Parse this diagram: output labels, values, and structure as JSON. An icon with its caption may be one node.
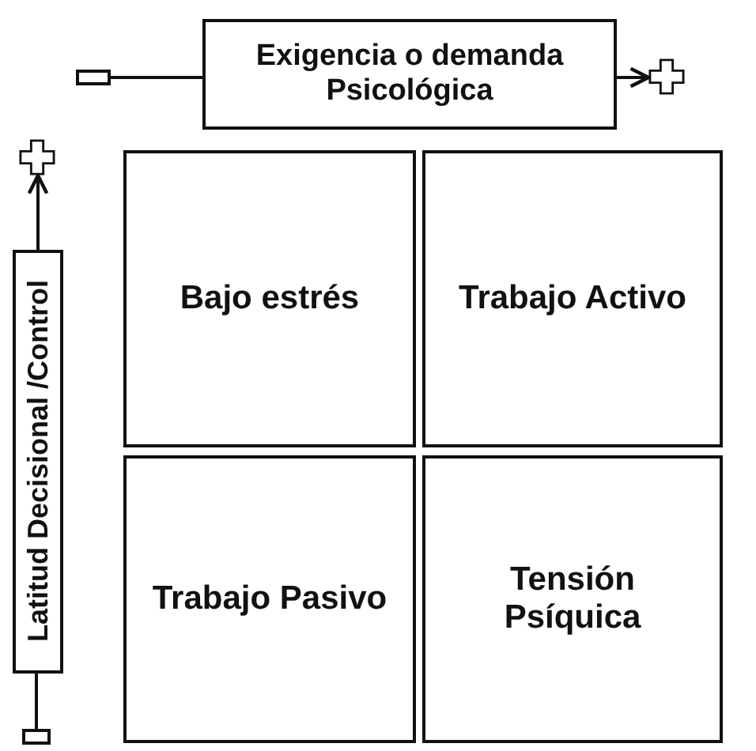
{
  "diagram": {
    "nodes": [
      {
        "text": [],
        "shape": "box"
      },
      {
        "text": [
          "Exigencia o demanda Psicológica"
        ]
      },
      {
        "text": [],
        "shape": "cross"
      },
      {
        "text": [],
        "shape": "cross"
      },
      {
        "text": [
          "Bajo estrés"
        ]
      },
      {
        "text": [
          "Trabajo Activo"
        ]
      },
      {
        "text": [
          "Latitud Decisional /Control"
        ]
      },
      {
        "text": [
          "Trabajo Pasivo"
        ]
      },
      {
        "text": [
          "Tensión Psíquica"
        ]
      },
      {
        "text": [],
        "shape": "box"
      }
    ],
    "edges": [
      {
        "from": 0,
        "to": 1,
        "arrow": "none"
      },
      {
        "from": 1,
        "to": 2,
        "arrow": "to"
      },
      {
        "from": 9,
        "to": 6,
        "arrow": "none"
      },
      {
        "from": 6,
        "to": 3,
        "arrow": "to"
      }
    ]
  }
}
